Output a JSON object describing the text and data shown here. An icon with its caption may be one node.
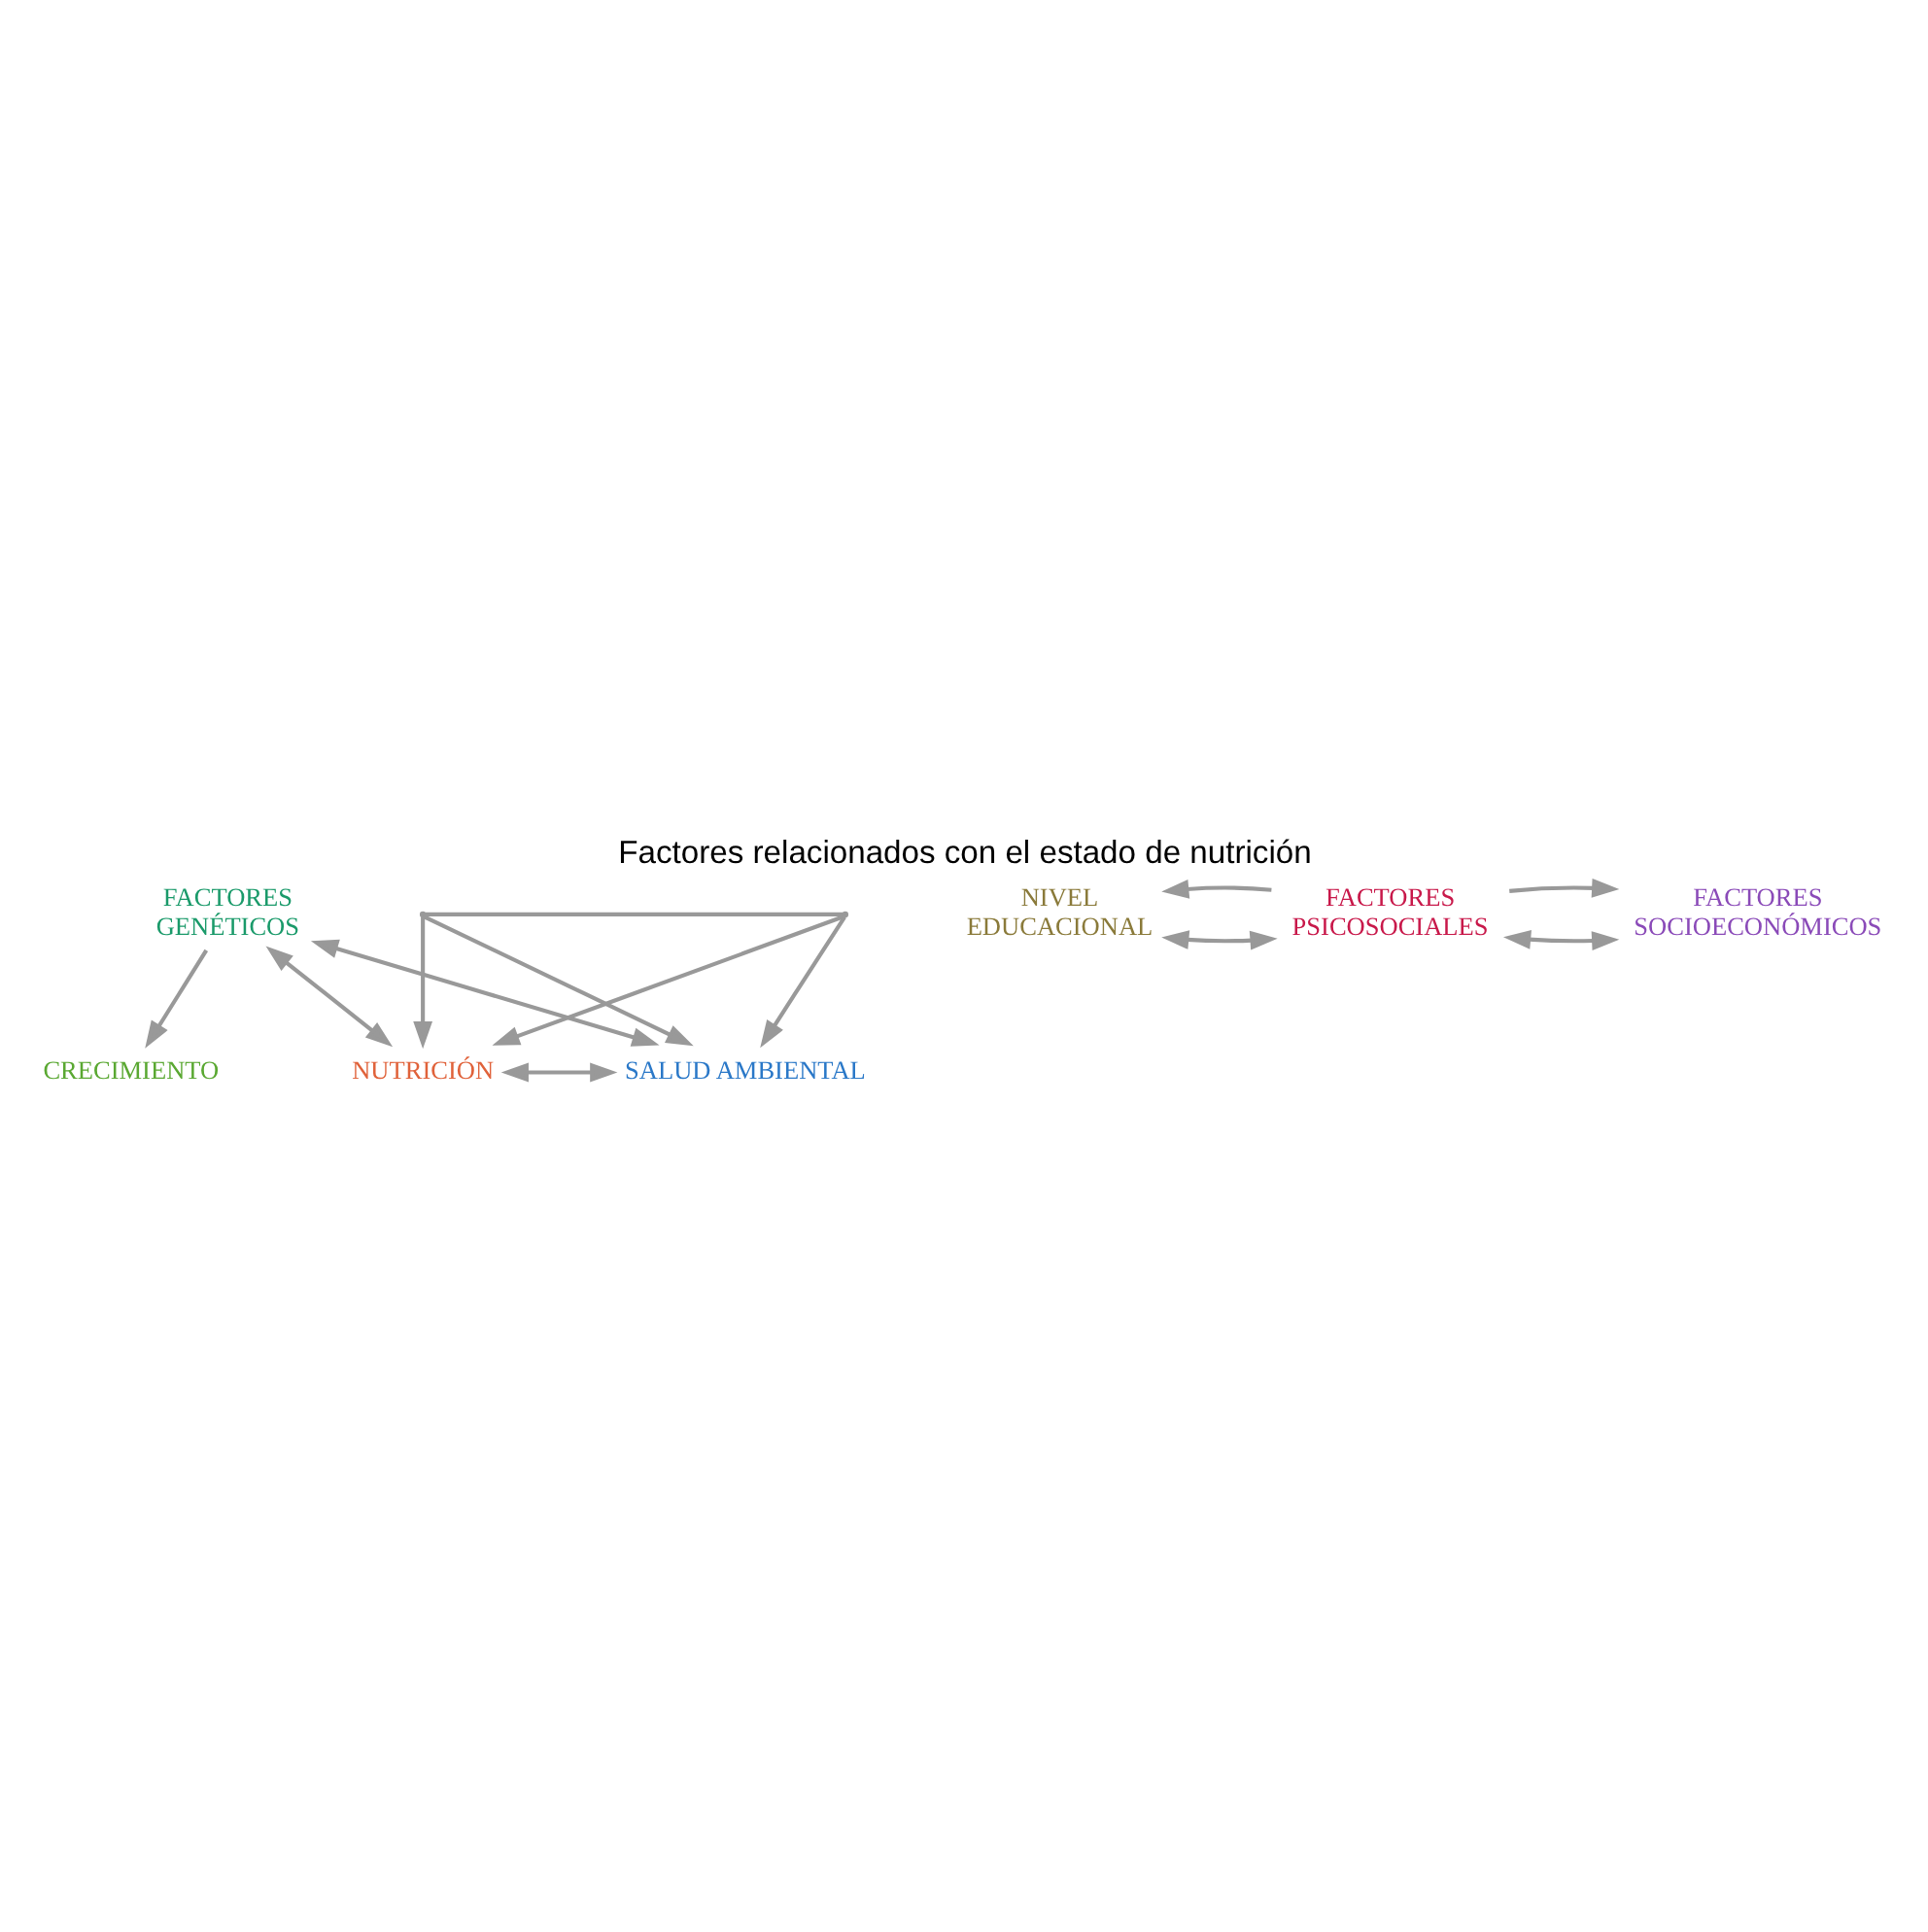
{
  "diagram": {
    "title": "Factores relacionados con el estado de nutrición",
    "nodes": [
      {
        "text": [
          "FACTORES GENÉTICOS"
        ]
      },
      {
        "text": [
          "CRECIMIENTO"
        ]
      },
      {
        "text": [
          "NUTRICIÓN"
        ]
      },
      {
        "text": [
          "SALUD AMBIENTAL"
        ]
      },
      {
        "text": [],
        "shape": "point"
      },
      {
        "text": [],
        "shape": "point"
      },
      {
        "text": [
          "NIVEL EDUCACIONAL"
        ]
      },
      {
        "text": [
          "FACTORES PSICOSOCIALES"
        ]
      },
      {
        "text": [
          "FACTORES SOCIOECONÓMICOS"
        ]
      }
    ],
    "edges": [
      {
        "from": 0,
        "to": 2,
        "arrow": "both"
      },
      {
        "from": 0,
        "to": 1,
        "arrow": "to"
      },
      {
        "from": 0,
        "to": 3,
        "arrow": "both"
      },
      {
        "from": 2,
        "to": 3,
        "arrow": "both"
      },
      {
        "from": 4,
        "to": 2,
        "arrow": "to"
      },
      {
        "from": 4,
        "to": 3,
        "arrow": "to"
      },
      {
        "from": 5,
        "to": 2,
        "arrow": "to"
      },
      {
        "from": 5,
        "to": 3,
        "arrow": "to"
      },
      {
        "from": 4,
        "to": 5,
        "arrow": "none"
      },
      {
        "from": 6,
        "to": 7,
        "arrow": "both"
      },
      {
        "from": 7,
        "to": 6,
        "arrow": "to"
      },
      {
        "from": 7,
        "to": 8,
        "arrow": "both"
      },
      {
        "from": 7,
        "to": 8,
        "arrow": "to"
      }
    ]
  }
}
